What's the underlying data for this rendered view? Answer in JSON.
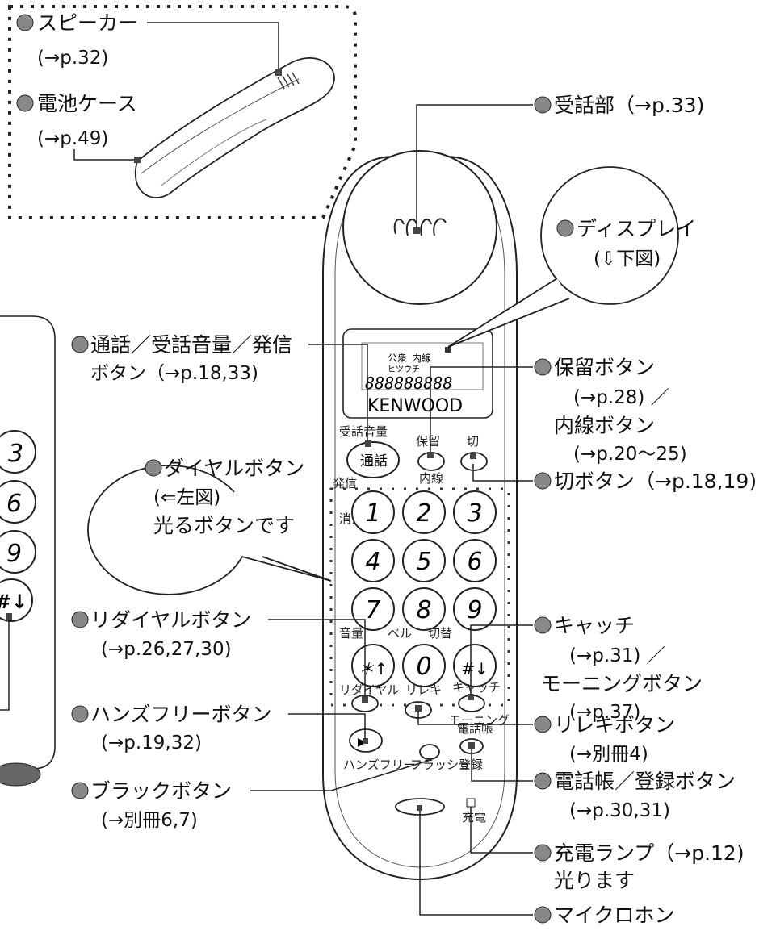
{
  "callouts": [
    {
      "id": "speaker",
      "title": "スピーカー",
      "ref": "(→p.32)"
    },
    {
      "id": "battery",
      "title": "電池ケース",
      "ref": "(→p.49)"
    },
    {
      "id": "earpiece",
      "title": "受話部（→p.33)"
    },
    {
      "id": "display",
      "title": "ディスプレイ",
      "ref": "(⇩下図)"
    },
    {
      "id": "talk",
      "title": "通話／受話音量／発信",
      "ref": "ボタン（→p.18,33)"
    },
    {
      "id": "hold",
      "title": "保留ボタン",
      "ref": "(→p.28) ／",
      "title2": "内線ボタン",
      "ref2": "(→p.20〜25)"
    },
    {
      "id": "off",
      "title": "切ボタン（→p.18,19)"
    },
    {
      "id": "dial",
      "title": "ダイヤルボタン",
      "ref": "(⇐左図)",
      "note": "光るボタンです"
    },
    {
      "id": "catch",
      "title": "キャッチ",
      "ref": "(→p.31) ／",
      "title2": "モーニングボタン",
      "ref2": "(→p.37)"
    },
    {
      "id": "redial",
      "title": "リダイヤルボタン",
      "ref": "(→p.26,27,30)"
    },
    {
      "id": "handsfree",
      "title": "ハンズフリーボタン",
      "ref": "(→p.19,32)"
    },
    {
      "id": "history",
      "title": "リレキボタン",
      "ref": "(→別冊4)"
    },
    {
      "id": "phonebook",
      "title": "電話帳／登録ボタン",
      "ref": "(→p.30,31)"
    },
    {
      "id": "flash",
      "title": "ブラックボタン",
      "ref": "(→別冊6,7)"
    },
    {
      "id": "charge",
      "title": "充電ランプ（→p.12)",
      "note": "光ります"
    },
    {
      "id": "mic",
      "title": "マイクロホン"
    }
  ],
  "phone": {
    "brand": "KENWOOD",
    "display_digits": "888888888",
    "display_icons": [
      "公衆",
      "内線",
      "ヒツウチ"
    ],
    "talk_top": "受話音量",
    "talk_btn": "通話",
    "talk_side": "発信",
    "hold_top": "保留",
    "hold_bottom": "内線",
    "off_top": "切",
    "erase": "消去",
    "keys": [
      "1",
      "2",
      "3",
      "4",
      "5",
      "6",
      "7",
      "8",
      "9",
      "＊↑",
      "0",
      "#↓"
    ],
    "tone": "音量",
    "bell": "ベル",
    "mute": "切替",
    "redial": "リダイヤル",
    "rireki": "リレキ",
    "catch": "キャッチ",
    "morning": "モーニング",
    "phonebook": "電話帳",
    "handsfree": "ハンズフリー",
    "flash": "フラッシュ",
    "register": "登録",
    "charge": "充電"
  },
  "left_panel": {
    "keys": [
      "3",
      "6",
      "9",
      "#↓"
    ]
  }
}
